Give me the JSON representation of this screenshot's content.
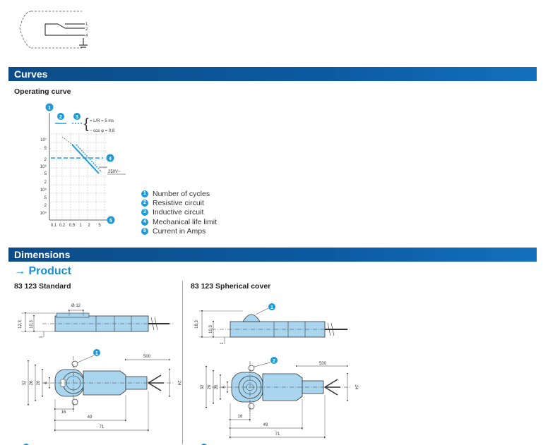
{
  "wiring": {
    "terminals": [
      "1",
      "2",
      "4"
    ]
  },
  "sections": {
    "curves": {
      "title": "Curves",
      "subtitle": "Operating curve"
    },
    "dimensions": {
      "title": "Dimensions",
      "subtitle": "→ Product"
    }
  },
  "chart": {
    "y_axis_marker": "1",
    "x_axis_marker": "5",
    "resistive_marker": "2",
    "inductive_marker": "3",
    "mech_marker": "4",
    "formula_1": "= L/R = 5 ms",
    "formula_2": "~ cos φ = 0,8",
    "voltage_label": "250V~",
    "y_tick_labels": [
      "10⁷",
      "5",
      "2",
      "10⁶",
      "5",
      "2",
      "10⁵",
      "5",
      "2",
      "10⁴"
    ],
    "x_tick_labels": [
      "0,1",
      "0,2",
      "0,5",
      "1",
      "2",
      "5"
    ]
  },
  "legend": [
    {
      "num": "1",
      "text": "Number of cycles"
    },
    {
      "num": "2",
      "text": "Resistive circuit"
    },
    {
      "num": "3",
      "text": "Inductive circuit"
    },
    {
      "num": "4",
      "text": "Mechanical life limit"
    },
    {
      "num": "5",
      "text": "Current in Amps"
    }
  ],
  "products": {
    "standard": {
      "title": "83 123 Standard",
      "dims": {
        "phi": "Ø 12",
        "h1": "12,3",
        "h2": "10,3",
        "h3": "1",
        "cable": "500",
        "w1": "32",
        "w2": "26",
        "w3": "20",
        "w4": "6",
        "end": "24",
        "l1": "16",
        "l2": "49",
        "l3": "71",
        "marker": "1"
      }
    },
    "spherical": {
      "title": "83 123 Spherical cover",
      "dims": {
        "h1": "18,3",
        "h2": "10,3",
        "h3": "1",
        "cable": "500",
        "w1": "32",
        "w2": "26",
        "w3": "20",
        "w4": "6",
        "end": "24",
        "l1": "16",
        "l2": "49",
        "l3": "71",
        "marker_top": "1",
        "marker_side": "2"
      }
    }
  }
}
